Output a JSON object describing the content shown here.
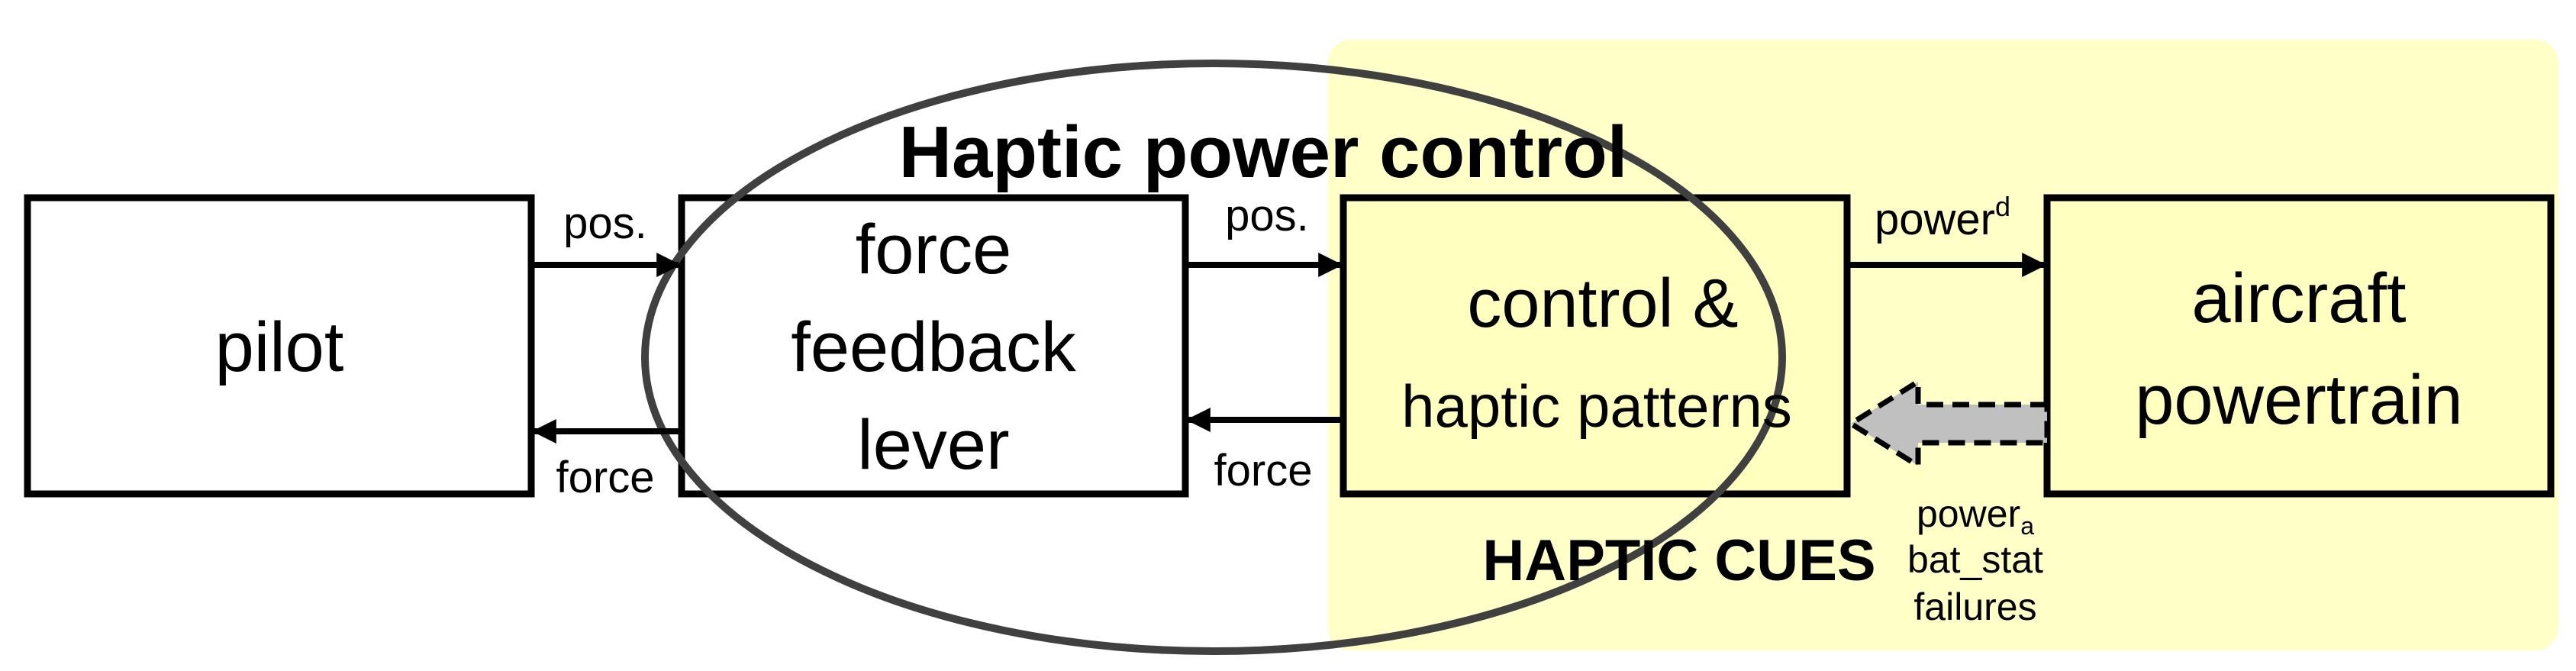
{
  "colors": {
    "background": "#ffffff",
    "haptic_region_fill": "#ffffc8",
    "control_box_fill": "#ffffc0",
    "outline": "#000000",
    "ellipse_stroke": "#404040",
    "title_text": "#404040",
    "feedback_arrow_fill": "#c0c0c0"
  },
  "title": "Haptic power control",
  "blocks": {
    "pilot": "pilot",
    "lever": [
      "force",
      "feedback",
      "lever"
    ],
    "control": [
      "control &",
      "haptic patterns"
    ],
    "aircraft": [
      "aircraft",
      "powertrain"
    ]
  },
  "signals": {
    "pilot_to_lever": "pos.",
    "lever_to_pilot": "force",
    "lever_to_control": "pos.",
    "control_to_lever": "force",
    "control_to_aircraft": {
      "base": "power",
      "sup": "d"
    },
    "aircraft_to_control": [
      {
        "base": "power",
        "sub": "a"
      },
      "bat_stat",
      "failures"
    ]
  },
  "region_label": "HAPTIC CUES",
  "icons": {
    "feedback_arrow": "dashed-block-arrow-left-icon"
  }
}
